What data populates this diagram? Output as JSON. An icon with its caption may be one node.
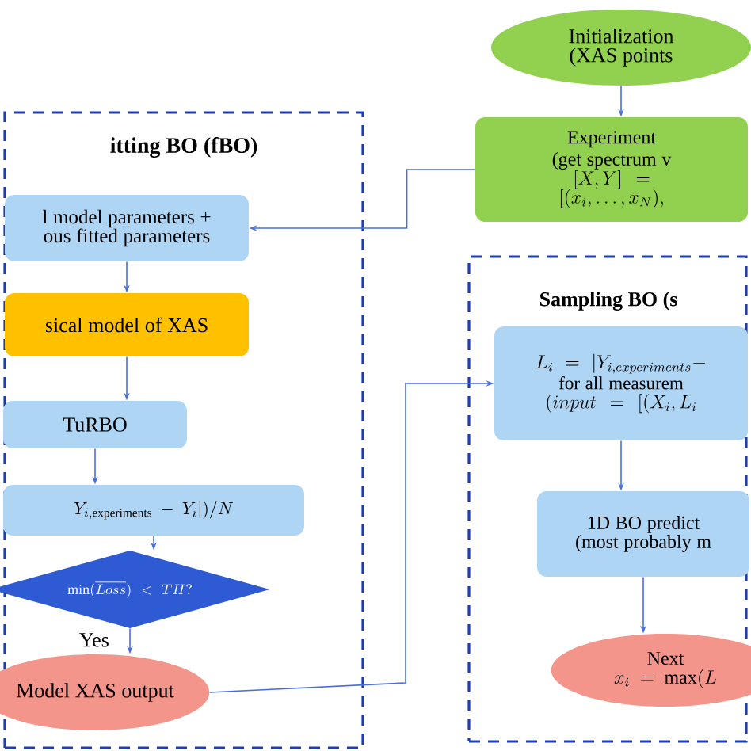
{
  "diagram": {
    "nodes": [
      {
        "text": [
          "Initialization (XAS points"
        ]
      },
      {
        "text": [
          "Experiment (get spectrum v",
          "[X,Y] = [(x_{i},\\ldots,x_{N}),"
        ]
      },
      {
        "text": [
          "itting BO (fBO)"
        ]
      },
      {
        "text": [
          "l model parameters + ous fitted parameters"
        ],
        "in": 2
      },
      {
        "text": [
          "sical model of XAS"
        ],
        "in": 2
      },
      {
        "text": [
          "TuRBO"
        ],
        "in": 2
      },
      {
        "text": [
          "Y_{i,\\mathrm{experiments}} - Y_{i}|)/N"
        ],
        "in": 2
      },
      {
        "text": [
          "\\min(\\overline{Loss}) < TH?"
        ],
        "in": 2
      },
      {
        "text": [
          "Model XAS output"
        ],
        "in": 2
      },
      {
        "text": [
          "Sampling BO (s"
        ]
      },
      {
        "text": [
          "L_{i} = |Y_{i,experiments} -",
          "for all measurem",
          "(input = [(X_{i},L_{i}"
        ],
        "in": 9
      },
      {
        "text": [
          "1D BO predict (most probably m"
        ],
        "in": 9
      },
      {
        "text": [
          "Next",
          "x_{i} = \\max(L"
        ],
        "in": 9
      }
    ],
    "edges": [
      {
        "from": 0,
        "to": 1,
        "arrow": "to"
      },
      {
        "from": 1,
        "to": 3,
        "arrow": "to"
      },
      {
        "from": 3,
        "to": 4,
        "arrow": "to"
      },
      {
        "from": 4,
        "to": 5,
        "arrow": "to"
      },
      {
        "from": 5,
        "to": 6,
        "arrow": "to"
      },
      {
        "from": 6,
        "to": 7,
        "arrow": "to"
      },
      {
        "from": 7,
        "to": 8,
        "arrow": "to",
        "label": "Yes"
      },
      {
        "from": 8,
        "to": 10,
        "arrow": "to"
      },
      {
        "from": 10,
        "to": 11,
        "arrow": "to"
      },
      {
        "from": 11,
        "to": 12,
        "arrow": "to"
      }
    ]
  }
}
